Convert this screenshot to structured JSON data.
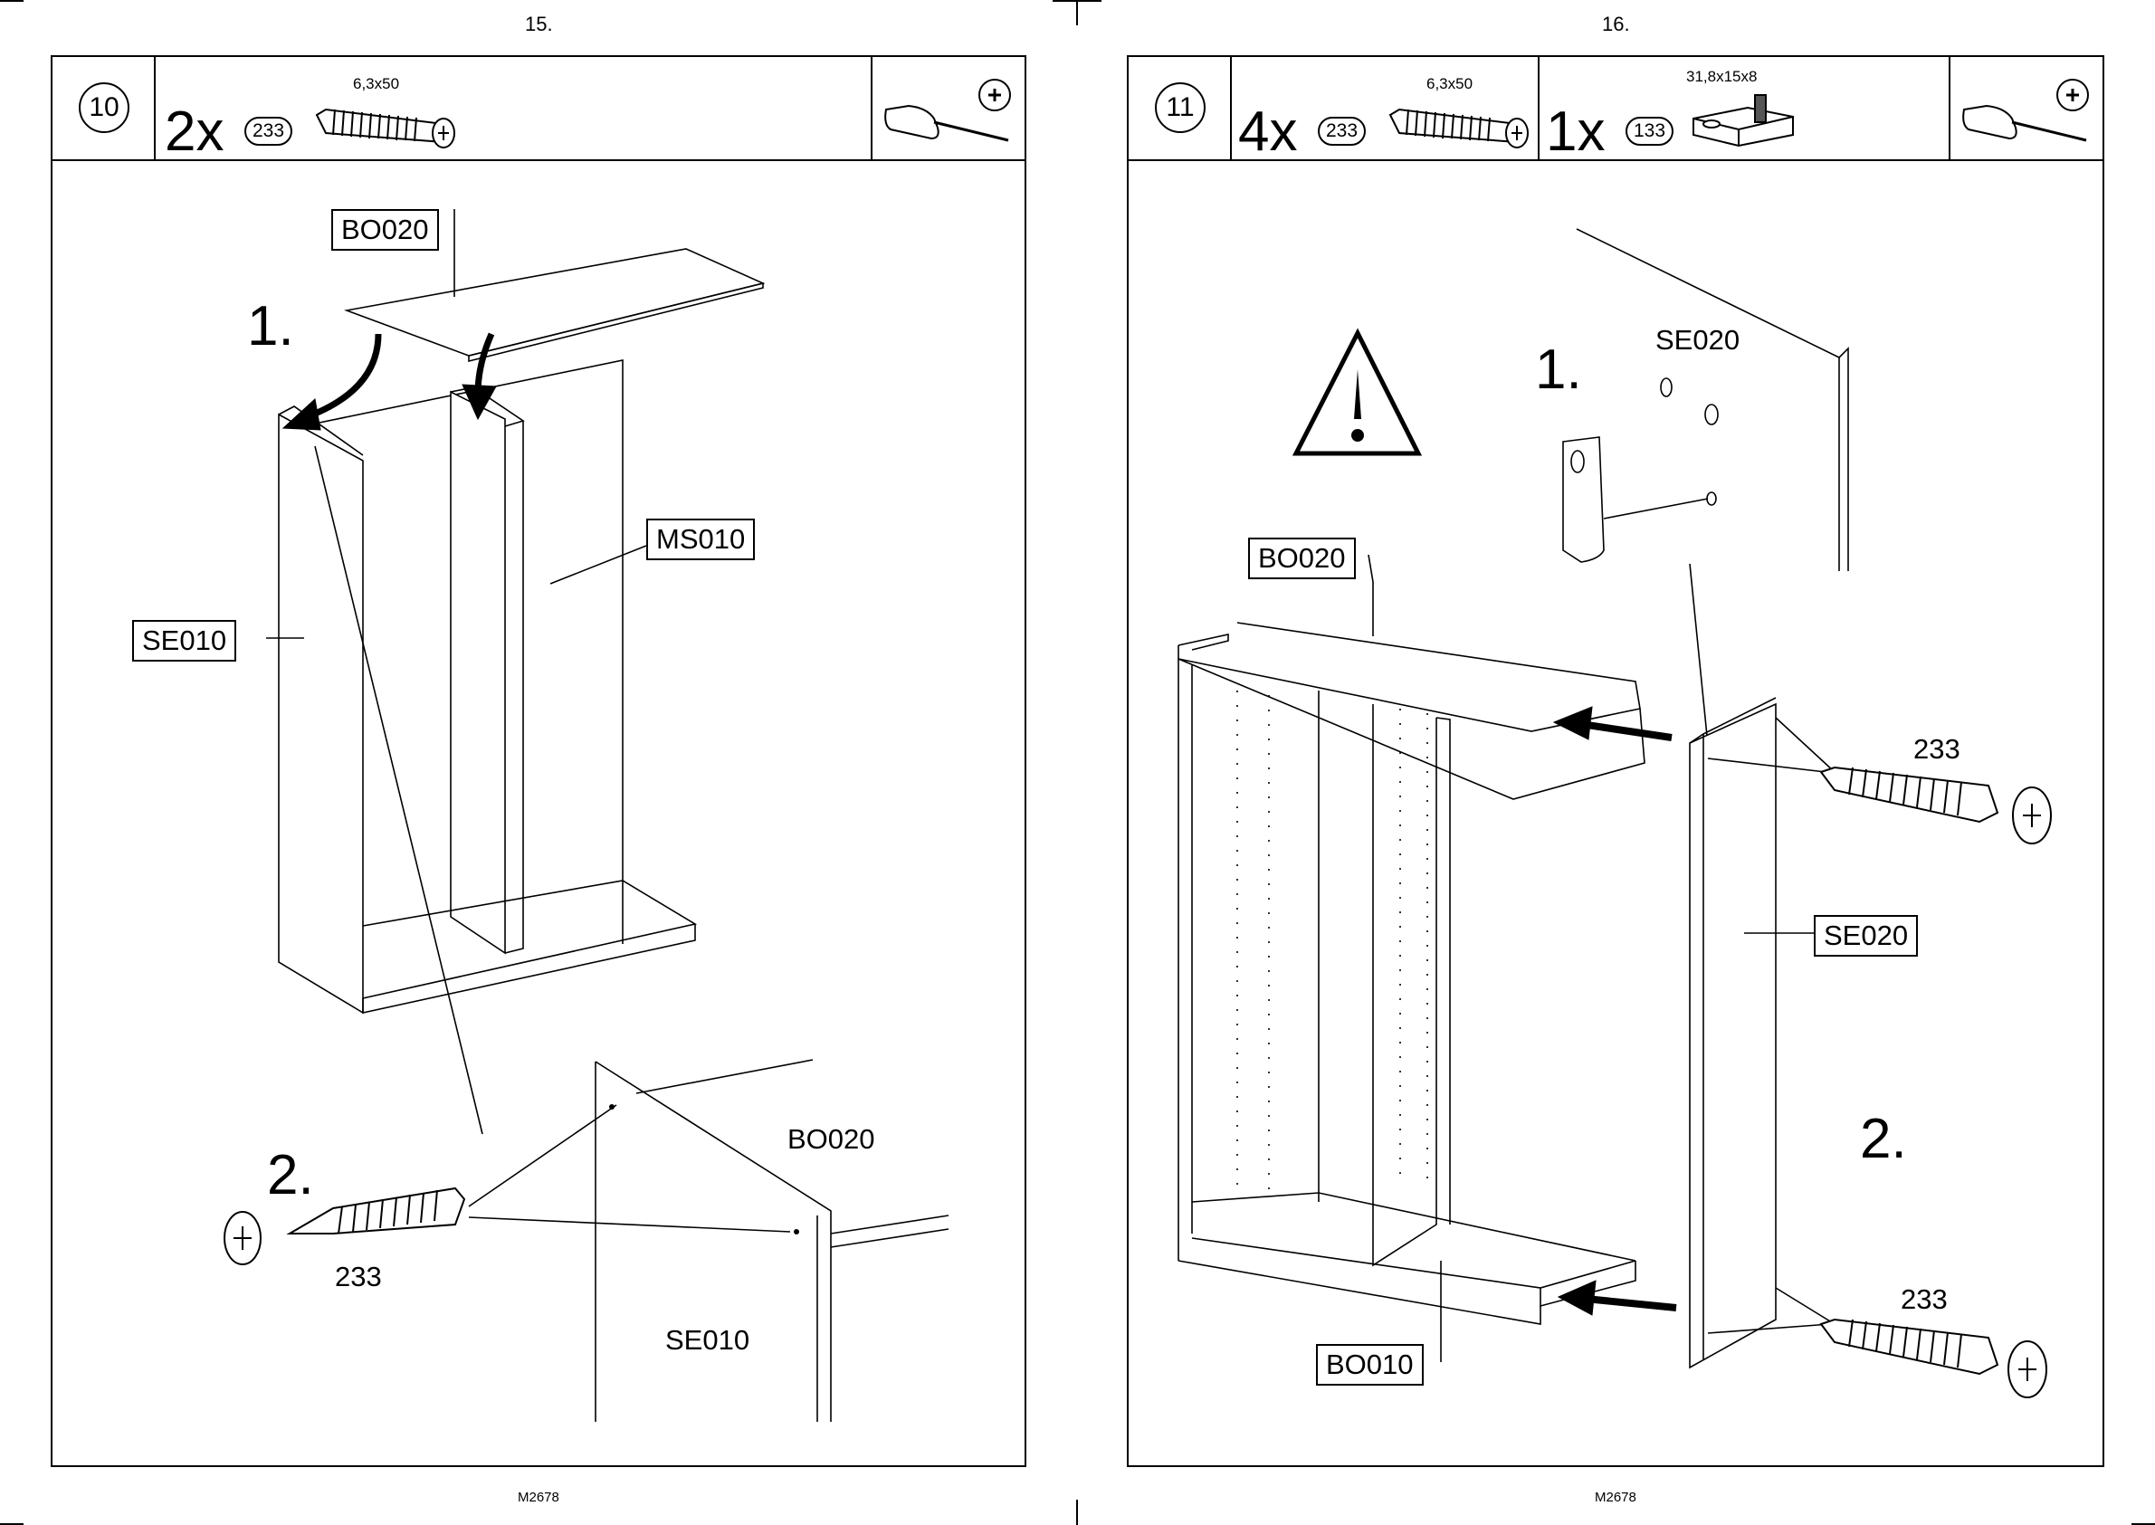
{
  "pages": [
    {
      "page_number": "15.",
      "footer_code": "M2678",
      "step": "10",
      "items": [
        {
          "qty": "2x",
          "part": "233",
          "size": "6,3x50"
        }
      ],
      "labels": {
        "top_board": "BO020",
        "middle_side": "MS010",
        "side_panel": "SE010",
        "detail_top": "BO020",
        "detail_side": "SE010",
        "screw": "233"
      },
      "substeps": [
        "1.",
        "2."
      ]
    },
    {
      "page_number": "16.",
      "footer_code": "M2678",
      "step": "11",
      "items": [
        {
          "qty": "4x",
          "part": "233",
          "size": "6,3x50"
        },
        {
          "qty": "1x",
          "part": "133",
          "size": "31,8x15x8"
        }
      ],
      "labels": {
        "detail_side": "SE020",
        "top_board": "BO020",
        "side_panel": "SE020",
        "bottom_board": "BO010",
        "screw_top": "233",
        "screw_bottom": "233"
      },
      "substeps": [
        "1.",
        "2."
      ]
    }
  ]
}
